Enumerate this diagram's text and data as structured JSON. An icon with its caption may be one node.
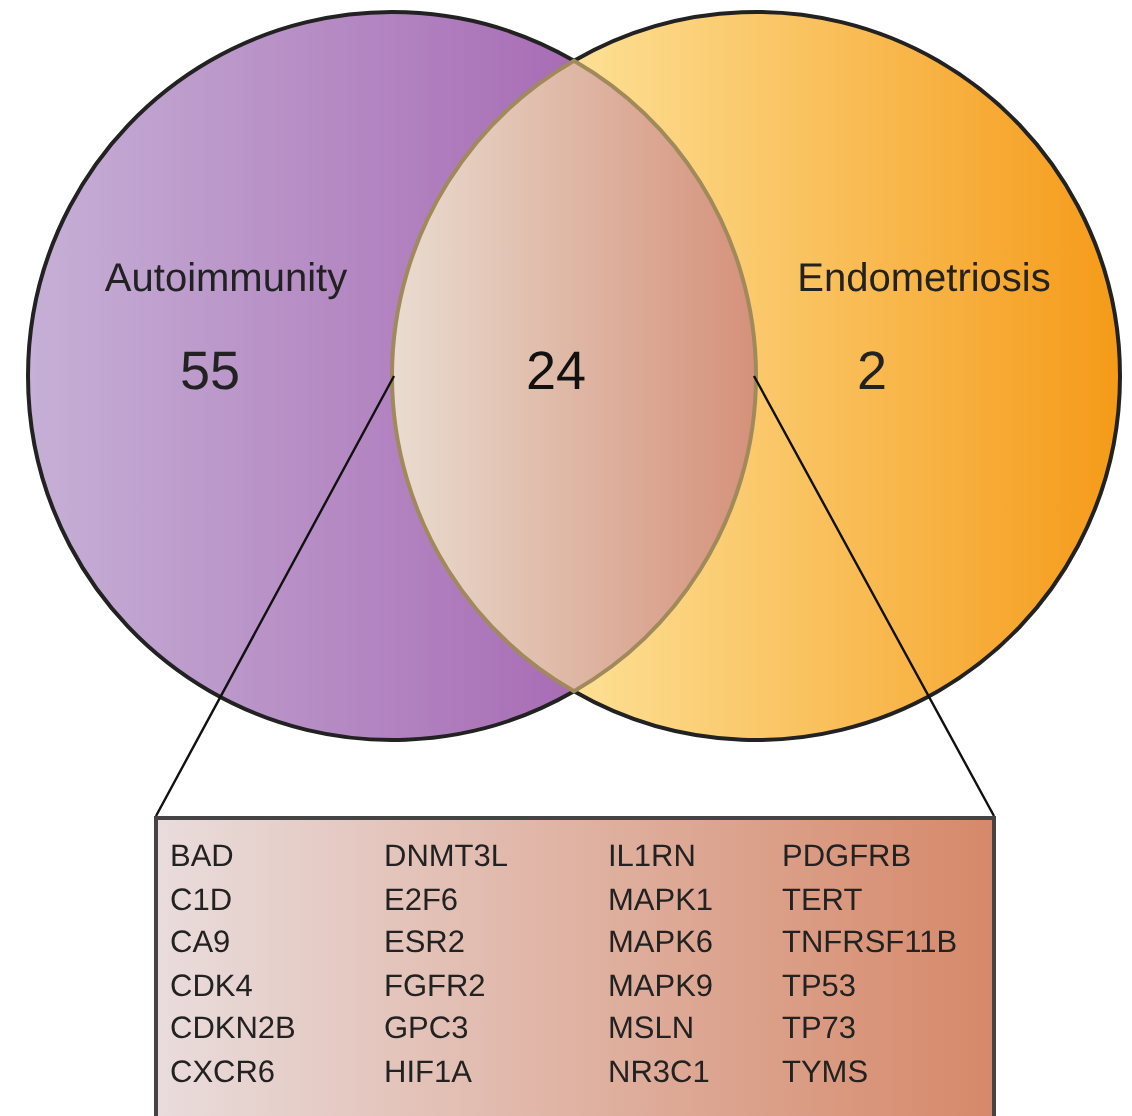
{
  "diagram": {
    "nodes": [
      {
        "text": [
          "Autoimmunity",
          "55"
        ]
      },
      {
        "text": [
          "Endometriosis",
          "2"
        ]
      },
      {
        "text": [
          "24"
        ]
      },
      {
        "text": [
          "BAD",
          "C1D",
          "CA9",
          "CDK4",
          "CDKN2B",
          "CXCR6",
          "DNMT3L",
          "E2F6",
          "ESR2",
          "FGFR2",
          "GPC3",
          "HIF1A",
          "IL1RN",
          "MAPK1",
          "MAPK6",
          "MAPK9",
          "MSLN",
          "NR3C1",
          "PDGFRB",
          "TERT",
          "TNFRSF11B",
          "TP53",
          "TP73",
          "TYMS"
        ]
      }
    ]
  }
}
